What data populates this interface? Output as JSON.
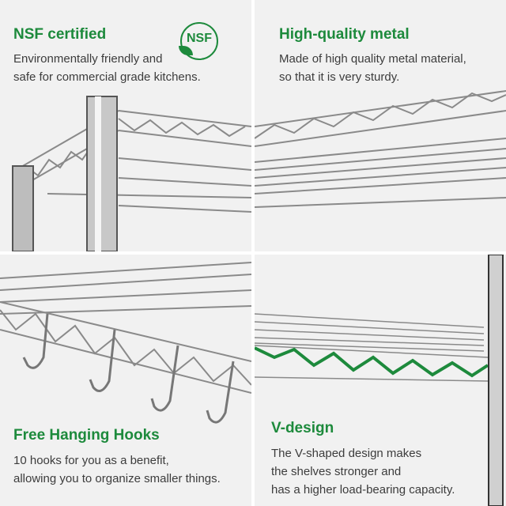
{
  "panels": [
    {
      "title": "NSF certified",
      "lines": [
        "Environmentally friendly and",
        "safe for commercial grade kitchens."
      ],
      "badge": "NSF"
    },
    {
      "title": "High-quality metal",
      "lines": [
        "Made of high quality metal material,",
        "so that it is very sturdy."
      ]
    },
    {
      "title": "Free Hanging Hooks",
      "lines": [
        "10 hooks for you as a benefit,",
        "allowing you to organize smaller things."
      ]
    },
    {
      "title": "V-design",
      "lines": [
        "The V-shaped design makes",
        "the shelves stronger and",
        "has a higher load-bearing capacity."
      ]
    }
  ],
  "colors": {
    "accent": "#1d8a3c",
    "panel_bg": "#f1f1f1",
    "text": "#3c3c3c"
  }
}
